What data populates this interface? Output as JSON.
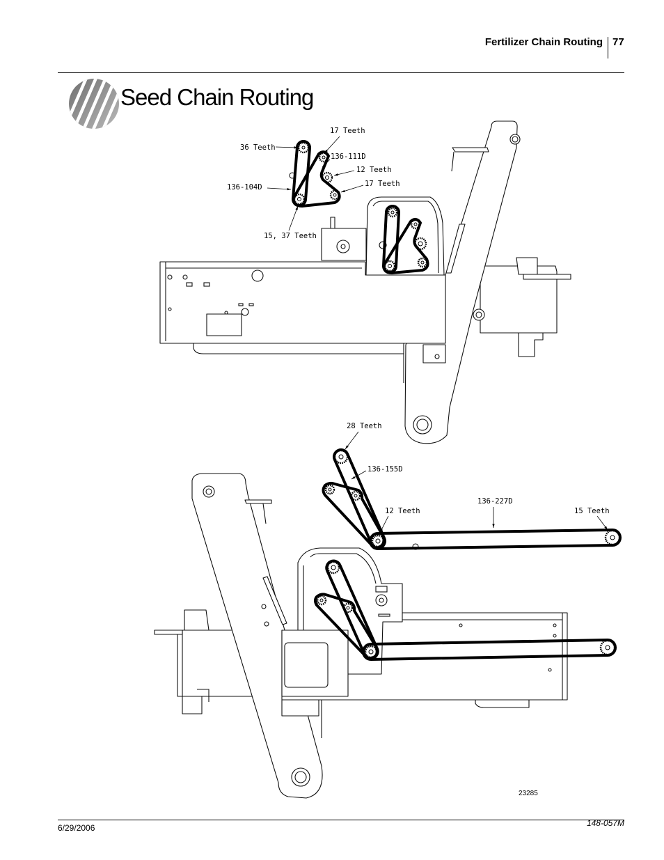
{
  "header": {
    "section_title": "Fertilizer Chain Routing",
    "page_number": "77"
  },
  "title": "Seed Chain Routing",
  "figure": {
    "top_callouts": [
      "17 Teeth",
      "36 Teeth",
      "136-111D",
      "12 Teeth",
      "136-104D",
      "17 Teeth",
      "15, 37 Teeth"
    ],
    "bottom_callouts": [
      "28 Teeth",
      "136-155D",
      "136-227D",
      "12 Teeth",
      "15 Teeth"
    ],
    "figure_number": "23285"
  },
  "footer": {
    "date": "6/29/2006",
    "doc_number": "148-057M"
  }
}
